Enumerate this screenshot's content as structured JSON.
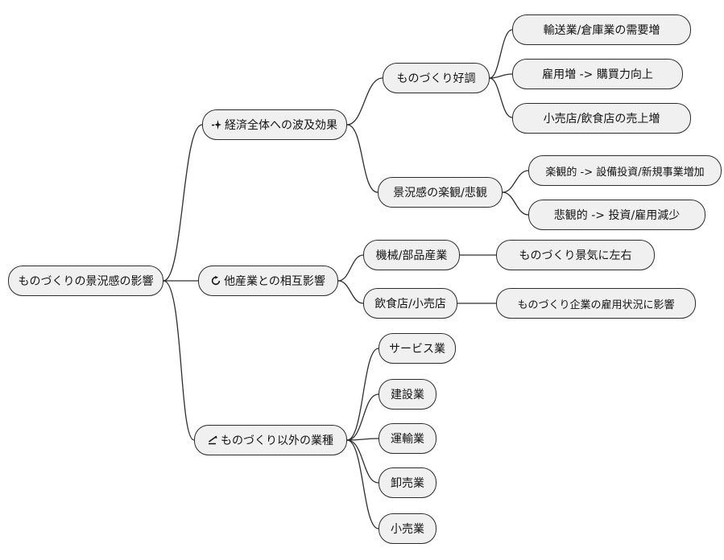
{
  "mindmap": {
    "root": {
      "label": "ものづくりの景況感の影響"
    },
    "branches": [
      {
        "icon": "sparkle-icon",
        "label": "経済全体への波及効果",
        "children": [
          {
            "label": "ものづくり好調",
            "children": [
              {
                "label": "輸送業/倉庫業の需要増"
              },
              {
                "label": "雇用増 -> 購買力向上"
              },
              {
                "label": "小売店/飲食店の売上増"
              }
            ]
          },
          {
            "label": "景況感の楽観/悲観",
            "children": [
              {
                "label": "楽観的 -> 設備投資/新規事業増加"
              },
              {
                "label": "悲観的 -> 投資/雇用減少"
              }
            ]
          }
        ]
      },
      {
        "icon": "cycle-icon",
        "label": "他産業との相互影響",
        "children": [
          {
            "label": "機械/部品産業",
            "children": [
              {
                "label": "ものづくり景気に左右"
              }
            ]
          },
          {
            "label": "飲食店/小売店",
            "children": [
              {
                "label": "ものづくり企業の雇用状況に影響"
              }
            ]
          }
        ]
      },
      {
        "icon": "chart-icon",
        "label": "ものづくり以外の業種",
        "children": [
          {
            "label": "サービス業"
          },
          {
            "label": "建設業"
          },
          {
            "label": "運輸業"
          },
          {
            "label": "卸売業"
          },
          {
            "label": "小売業"
          }
        ]
      }
    ]
  },
  "colors": {
    "background": "#ffffff",
    "node_fill": "#f0f0f0",
    "node_border": "#2b2b2b",
    "edge": "#2e2e2e",
    "text": "#141414"
  }
}
